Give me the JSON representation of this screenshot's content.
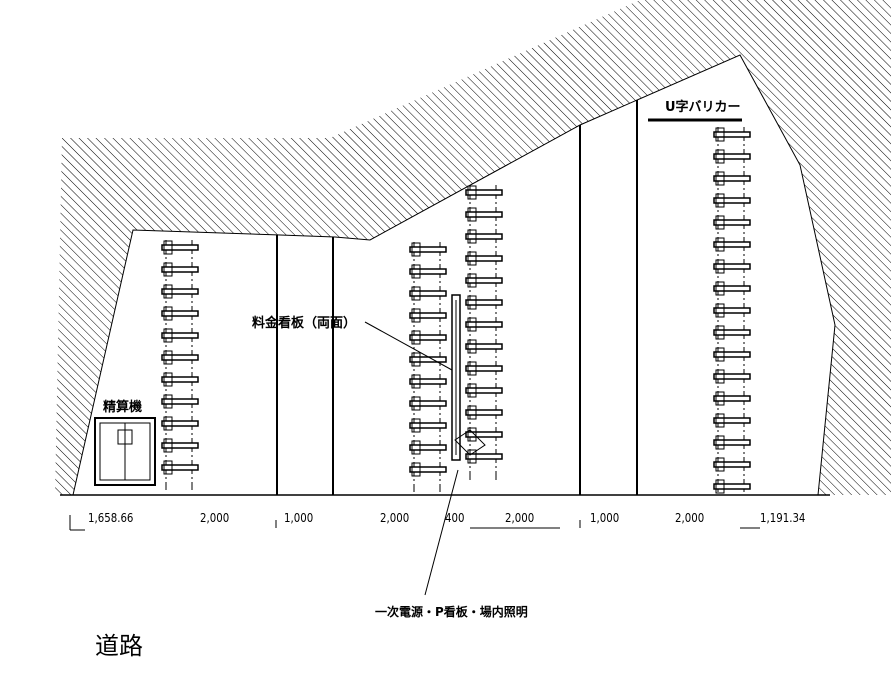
{
  "labels": {
    "pay_machine": "精算機",
    "price_sign": "料金看板（両面）",
    "bollard": "U字バリカー",
    "power_note": "一次電源・P看板・場内照明",
    "road": "道路"
  },
  "dimensions": [
    "1,658.66",
    "2,000",
    "1,000",
    "2,000",
    "400",
    "2,000",
    "1,000",
    "2,000",
    "1,191.34"
  ]
}
